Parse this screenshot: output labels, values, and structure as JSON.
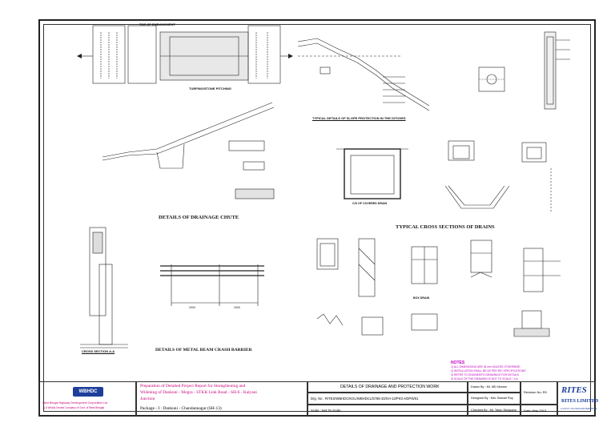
{
  "captions": {
    "slope_protection": "TYPICAL DETAILS OF SLOPE PROTECTION IN THE DITCHES",
    "drainage_chute": "DETAILS OF DRAINAGE CHUTE",
    "cross_sections_drains": "TYPICAL CROSS SECTIONS OF DRAINS",
    "crash_barrier": "DETAILS OF METAL BEAM CRASH BARRIER",
    "cross_section_aa": "CROSS SECTION  A-A",
    "covered_drain": "C/S OF COVERED DRAIN",
    "toe_embankment": "TOE OF EMBANKMENT",
    "turfing": "TURFING/STONE PITCHING",
    "dim_left": "2000",
    "dim_right": "2000",
    "box_drain": "BOX DRAIN"
  },
  "notes": {
    "title": "NOTES",
    "lines": [
      "1) ALL DIMENSIONS ARE IN mm UNLESS OTHERWISE",
      "2) INSTALLATION SHALL BE AS PER IRC SPECIFICATIONS",
      "3) REFER TO ENGINEER'S DRAWINGS FOR DETAILS",
      "4) SCALE OF THE DRAWING IS NOT TO SCALE / 1:in"
    ]
  },
  "title_block": {
    "client_logo": "WBHDC",
    "client_name_1": "West Bengal Highway Development Corporation Ltd.",
    "client_name_2": "( A Wholly Owned Company of Govt. of West Bengal)",
    "project_line_1": "Preparation of Detailed Project Report for Strengthening and",
    "project_line_2": "Widening of Dankuni - Mogra - STKK Link Road - SH-6 - Kalyani",
    "project_line_3": "Junction",
    "package": "Package - I :   Dankuni - Chandannagar (SH-13)",
    "drawing_title": "DETAILS OF DRAINAGE AND PROTECTION WORK",
    "drg_no": "Drg. No : RITES/WBHDC/KOL/WBHDCL/5768-33/SH-13/PKG-I/DP/6/01",
    "scale": "Scale : Not To Scale",
    "drawn_by": "Drawn By :   Mr. MD Nezam",
    "designed_by": "Designed By :   Mrs. Barnali Roy",
    "checked_by": "Checked By :   Mr. Tarun Sengupta",
    "revision": "Revision  No: R0",
    "date": "Date: May 2013",
    "consultant_logo": "RITES",
    "consultant_name": "RITES LIMITED",
    "consultant_sub": "A GOVT. OF INDIA ENTERPRISE"
  },
  "colors": {
    "line": "#222222",
    "magenta": "#c000c0",
    "brand_blue": "#1d3f9a"
  }
}
